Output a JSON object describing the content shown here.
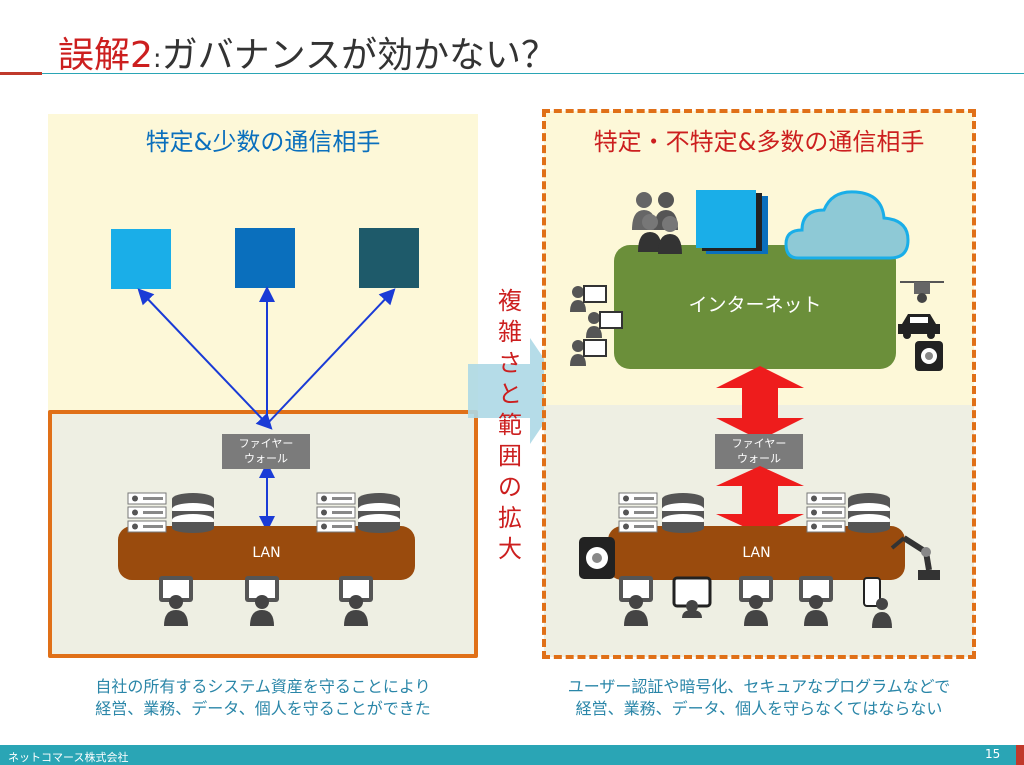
{
  "title": {
    "prefix": "誤解2",
    "separator": ":",
    "main": "ガバナンスが効かない？"
  },
  "left_panel": {
    "heading": "特定&少数の通信相手",
    "firewall": {
      "line1": "ファイヤー",
      "line2": "ウォール"
    },
    "lan": "LAN",
    "caption_line1": "自社の所有するシステム資産を守ることにより",
    "caption_line2": "経営、業務、データ、個人を守ることができた",
    "colors": {
      "sq1": "#1aaee8",
      "sq2": "#0a6fbd",
      "sq3": "#1e5a6a",
      "arrow": "#1a3bd6",
      "border": "#e07018"
    }
  },
  "middle": {
    "vertical_text": [
      "複",
      "雑",
      "さ",
      "と",
      "範",
      "囲",
      "の",
      "拡",
      "大"
    ]
  },
  "right_panel": {
    "heading": "特定・不特定&多数の通信相手",
    "internet": "インターネット",
    "firewall": {
      "line1": "ファイヤー",
      "line2": "ウォール"
    },
    "lan": "LAN",
    "caption_line1": "ユーザー認証や暗号化、セキュアなプログラムなどで",
    "caption_line2": "経営、業務、データ、個人を守らなくてはならない",
    "colors": {
      "internet": "#6b8f3a",
      "arrow": "#ee1c1c",
      "border": "#e07018",
      "cloud": "#8ec9d6"
    }
  },
  "footer": {
    "company": "ネットコマース株式会社",
    "page": "15"
  }
}
